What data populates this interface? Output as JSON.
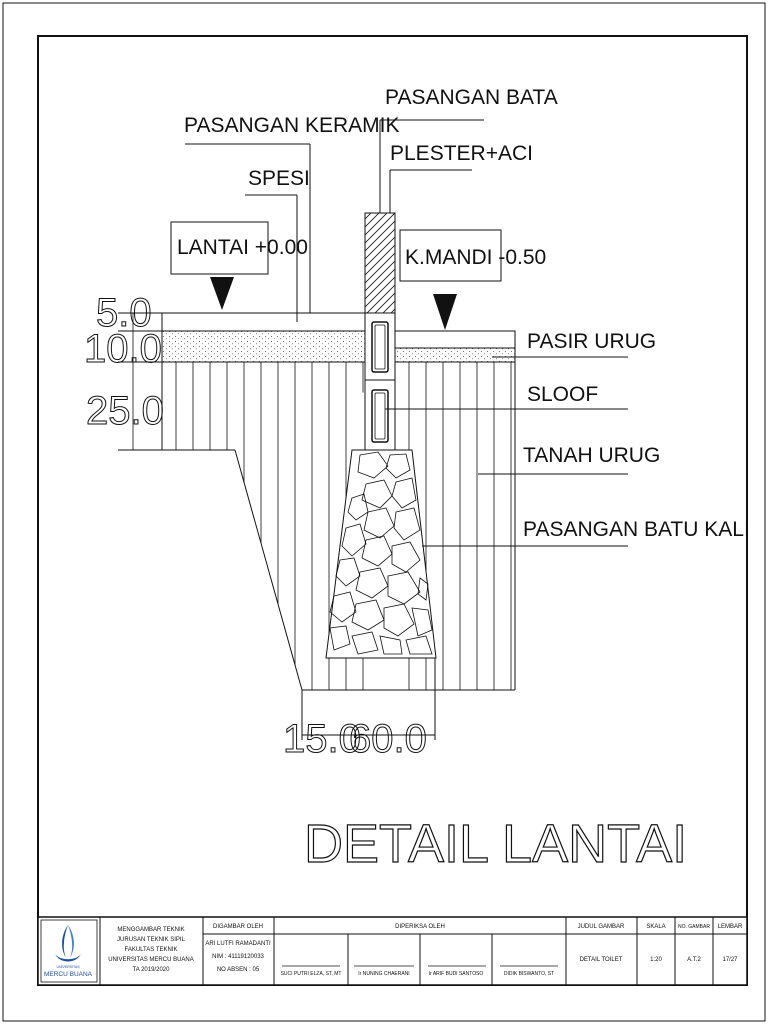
{
  "drawing": {
    "labels": {
      "pasangan_bata": "PASANGAN BATA",
      "pasangan_keramik": "PASANGAN KERAMIK",
      "plester_aci": "PLESTER+ACI",
      "spesi": "SPESI",
      "lantai": "LANTAI +0.00",
      "kmandi": "K.MANDI -0.50",
      "pasir_urug": "PASIR URUG",
      "sloof": "SLOOF",
      "tanah_urug": "TANAH URUG",
      "pasangan_batu_kali": "PASANGAN BATU KALI"
    },
    "dimensions": {
      "d1": "5.0",
      "d2": "10.0",
      "d3": "25.0",
      "d4": "15.0",
      "d5": "60.0"
    },
    "title": "DETAIL LANTAI"
  },
  "title_block": {
    "logo_text_small": "UNIVERSITAS",
    "logo_text": "MERCU BUANA",
    "institution": [
      "MENGGAMBAR TEKNIK",
      "JURUSAN TEKNIK SIPIL",
      "FAKULTAS TEKNIK",
      "UNIVERSITAS MERCU BUANA",
      "TA 2019/2020"
    ],
    "drawn_by_header": "DIGAMBAR OLEH",
    "drawn_by": [
      "ARI LUTFI RAMADANTI",
      "NIM : 41119120033",
      "NO ABSEN : 05"
    ],
    "checked_header": "DIPERIKSA OLEH",
    "checkers": [
      "SUCI PUTRI ELZA, ST, MT",
      "Ir NUNING CHAERANI",
      "Ir ARIF BUDI SANTOSO",
      "DIDIK BISWANTO, ST"
    ],
    "drawing_title_header": "JUDUL GAMBAR",
    "drawing_title": "DETAIL TOILET",
    "scale_header": "SKALA",
    "scale": "1:20",
    "number_header": "NO. GAMBAR",
    "number": "A.T.2",
    "sheet_header": "LEMBAR",
    "sheet": "17/27"
  }
}
